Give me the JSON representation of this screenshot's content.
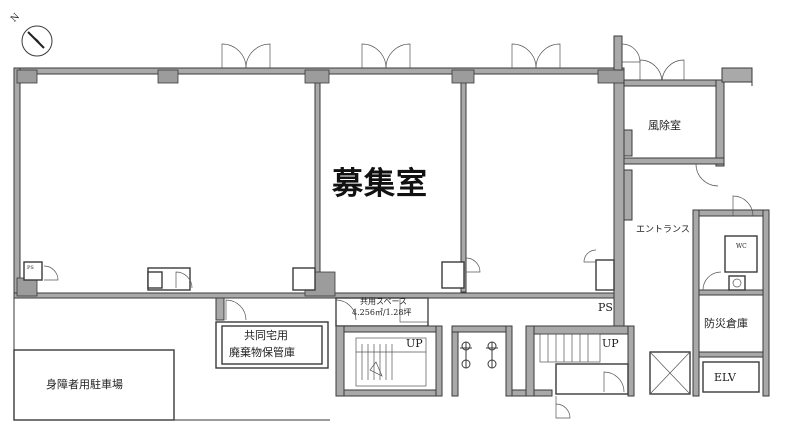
{
  "labels": {
    "vacancy": "募集室",
    "windbreak_room": "風除室",
    "entrance": "エントランス",
    "shared_space_line1": "共用スペース",
    "shared_space_line2": "4.256㎡/1.28坪",
    "waste_storage_line1": "共同宅用",
    "waste_storage_line2": "廃棄物保管庫",
    "disabled_parking": "身障者用駐車場",
    "disaster_storage": "防災倉庫",
    "elevator": "ELV",
    "pipe_space": "PS",
    "stairs_up_left": "UP",
    "stairs_up_right": "UP",
    "wc": "WC",
    "ps_small": "PS"
  },
  "compass": {
    "north_label": "N"
  },
  "colors": {
    "wall": "#3a3a3a",
    "wall_fill": "#a9a9a9",
    "background": "#ffffff"
  }
}
